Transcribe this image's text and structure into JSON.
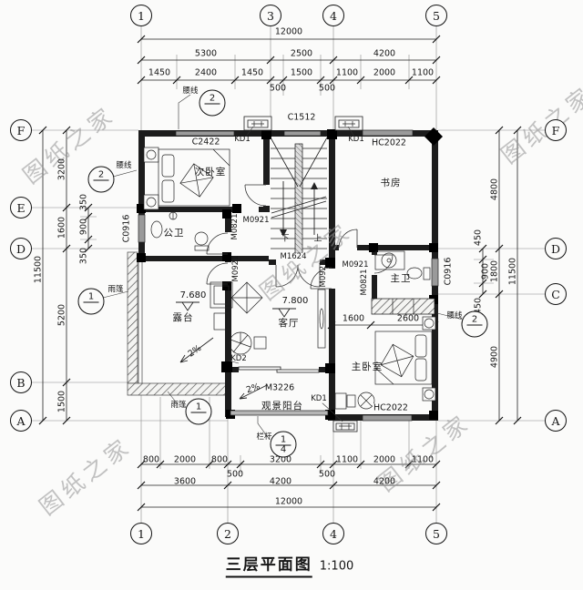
{
  "title": {
    "text": "三层平面图",
    "scale": "1:100"
  },
  "watermark": {
    "text": "图纸之家"
  },
  "axes": {
    "top": [
      "1",
      "3",
      "4",
      "5"
    ],
    "bottom": [
      "1",
      "2",
      "4",
      "5"
    ],
    "left": [
      "F",
      "E",
      "D",
      "B",
      "A"
    ],
    "right": [
      "F",
      "D",
      "C",
      "A"
    ]
  },
  "dims": {
    "top": {
      "total": "12000",
      "spans": [
        "5300",
        "2500",
        "4200"
      ],
      "details": [
        "1450",
        "2400",
        "1450",
        "1500",
        "1100",
        "2000",
        "1100"
      ],
      "offsets": [
        "500",
        "500"
      ]
    },
    "bottom": {
      "total": "12000",
      "spans": [
        "3600",
        "4200",
        "4200"
      ],
      "details": [
        "800",
        "2000",
        "800",
        "3200",
        "1100",
        "2000",
        "1100"
      ],
      "offsets": [
        "500",
        "500"
      ]
    },
    "left": {
      "total": "11500",
      "spans": [
        "3200",
        "1600",
        "5200",
        "1500"
      ],
      "details": [
        "350",
        "900",
        "350"
      ]
    },
    "right": {
      "total": "11500",
      "spans": [
        "4800",
        "1800",
        "4900"
      ],
      "details": [
        "450",
        "900",
        "450"
      ]
    },
    "inner": [
      "1600",
      "2600"
    ]
  },
  "rooms": {
    "bedroom2": "次卧室",
    "study": "书房",
    "bath_public": "公卫",
    "bath_master": "主卫",
    "living": "客厅",
    "terrace": "露台",
    "bedroom_master": "主卧室",
    "balcony": "观景阳台"
  },
  "openings": {
    "c2422": "C2422",
    "c1512": "C1512",
    "hc2022_top": "HC2022",
    "hc2022_bottom": "HC2022",
    "c0916_left": "C0916",
    "c0916_right": "C0916",
    "kd1_top_left": "KD1",
    "kd1_top_right": "KD1",
    "kd1_balcony": "KD1",
    "kd2": "KD2",
    "m0821_bath": "M0821",
    "m0921_bedroom2": "M0921",
    "m0921_terrace": "M0921",
    "m0921_living": "M0921",
    "m0921_master": "M0921",
    "m0821_bath_master": "M0821",
    "m1624": "M1624",
    "m3226": "M3226"
  },
  "marks": {
    "elev_terrace": "7.680",
    "elev_living": "7.800",
    "slope_terrace": "2%",
    "slope_balcony": "2%",
    "stair_up": "上",
    "stair_down": "下"
  },
  "details": {
    "waist_top": {
      "num": "2",
      "den": "",
      "label": "腰线"
    },
    "waist_left": {
      "num": "2",
      "den": "",
      "label": "腰线"
    },
    "waist_right": {
      "num": "2",
      "den": "",
      "label": "腰线"
    },
    "canopy_left": {
      "num": "1",
      "den": "",
      "label": "雨篷"
    },
    "canopy_bottom": {
      "num": "1",
      "den": "",
      "label": "雨篷"
    },
    "railing": {
      "num": "1",
      "den": "4",
      "label": "栏杆"
    }
  }
}
